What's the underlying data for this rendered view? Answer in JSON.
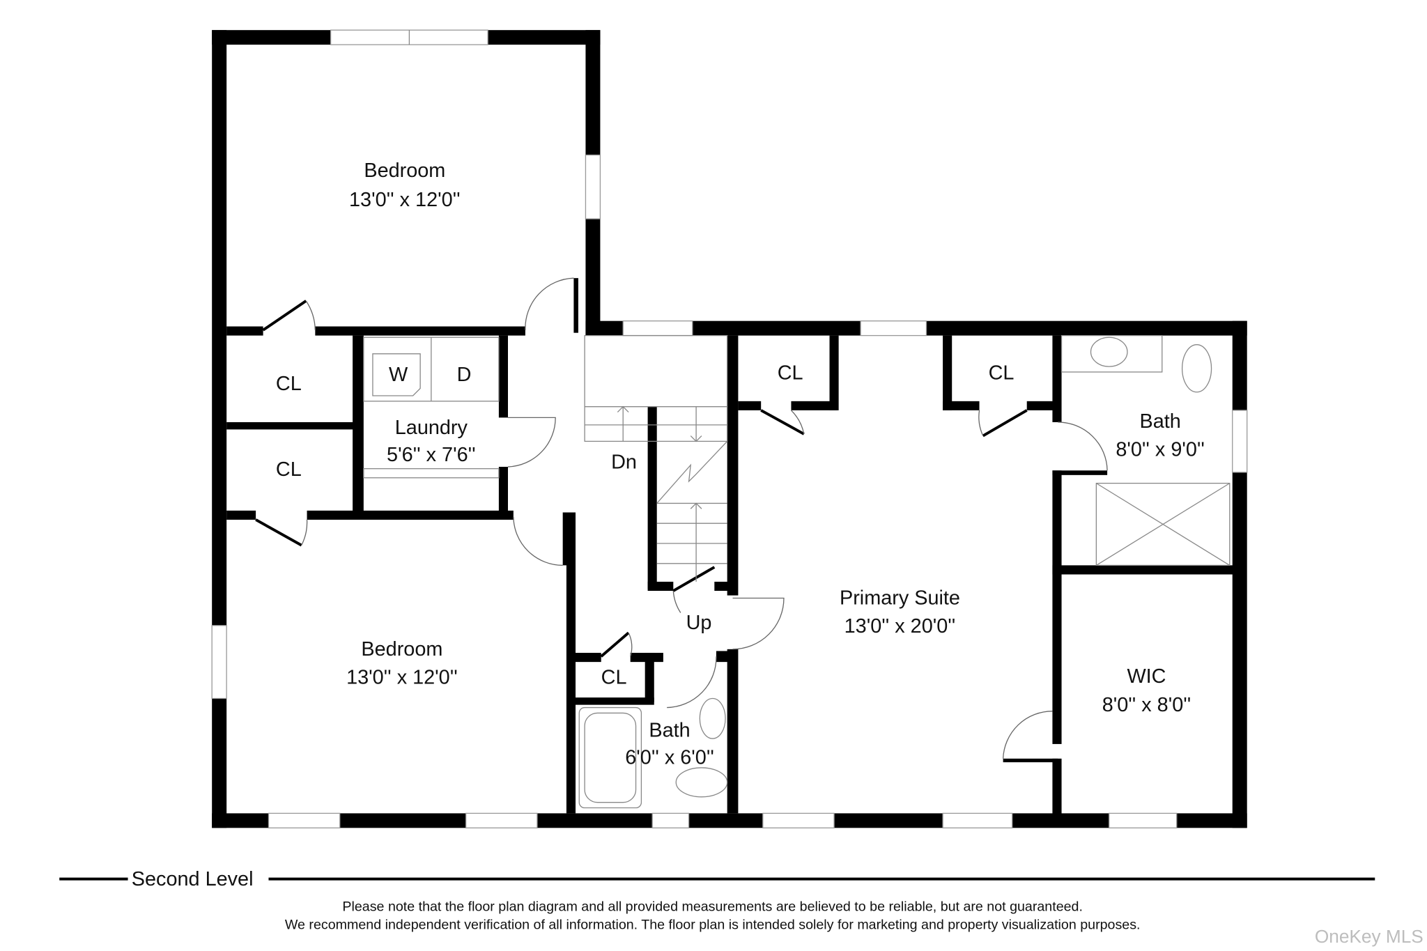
{
  "floor_plan": {
    "level_title": "Second Level",
    "rooms": [
      {
        "name": "Bedroom",
        "dimensions": "13'0'' x 12'0''"
      },
      {
        "name": "Laundry",
        "dimensions": "5'6'' x 7'6''"
      },
      {
        "name": "Bedroom",
        "dimensions": "13'0'' x 12'0''"
      },
      {
        "name": "Bath",
        "dimensions": "6'0'' x 6'0''"
      },
      {
        "name": "Primary Suite",
        "dimensions": "13'0'' x 20'0''"
      },
      {
        "name": "Bath",
        "dimensions": "8'0'' x 9'0''"
      },
      {
        "name": "WIC",
        "dimensions": "8'0'' x 8'0''"
      }
    ],
    "closets": [
      "CL",
      "CL",
      "CL",
      "CL",
      "CL"
    ],
    "appliances": {
      "washer": "W",
      "dryer": "D"
    },
    "stairs": {
      "down": "Dn",
      "up": "Up"
    }
  },
  "disclaimer": {
    "line1": "Please note that the floor plan diagram and all provided measurements are believed to be reliable, but are not guaranteed.",
    "line2": "We recommend independent verification of all information. The floor plan is intended solely for marketing and property visualization purposes."
  },
  "watermark": "OneKey MLS"
}
